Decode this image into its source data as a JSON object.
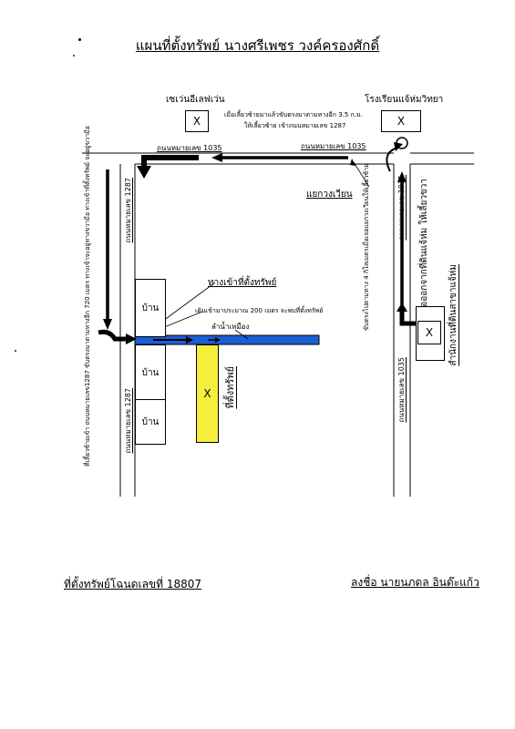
{
  "title": "แผนที่ตั้งทรัพย์ นางศรีเพชร  วงค์ครองศักดิ์",
  "landmarks": {
    "seven_eleven": "เซเว่นอีเลฟเว่น",
    "school": "โรงเรียนแจ้ห่มวิทยา",
    "office": "สำนักงานที่ดินสาขาแจ้ห่ม",
    "junction": "แยกวงเวียน",
    "canal": "ลำน้ำเหมือง",
    "access_road": "ทางเข้าที่ตั้งทรัพย์",
    "property": "ที่ตั้งทรัพย์",
    "x_mark": "X",
    "house": "บ้าน"
  },
  "roads": {
    "hwy1035": "ถนนหมายเลข 1035",
    "hwy1287": "ถนนหมายเลข 1287"
  },
  "directions": {
    "turn_left_note_1": "เมื่อเลี้ยวซ้ายมาแล้วขับตรงมาตามทางอีก 3.5 ก.ม.",
    "turn_left_note_2": "ให้เลี้ยวซ้าย เข้าถนนหมายเลข 1287",
    "walk_in": "เดินเข้ามาประมาณ 200 เมตร จะพบที่ตั้งทรัพย์",
    "from_office": "เมื่อออกจากที่ดินแจ้ห่ม ให้เลี้ยวขวา",
    "drive_straight": "ขับตรงไปตามทาง 4 กิโลเมตรเมื่อเจอแยกวงเวียนให้เลี้ยวซ้าย",
    "left_side_note": "ที่เลี้ยวซ้ายเข้า ถนนหมายเลข1287 ขับตรงมาตามทางอีก 720 เมตร ทางเข้าจะอยู่ทางขวามือ ทางเข้าที่ตั้งทรัพย์ จะอยู่ขวามือ"
  },
  "footer": {
    "deed": "ที่ตั้งทรัพย์โฉนดเลขที่ 18807",
    "signature": "ลงชื่อ  นายนภดล  อินต๊ะแก้ว"
  },
  "colors": {
    "canal": "#1a5fd6",
    "property": "#f5ee3c"
  }
}
